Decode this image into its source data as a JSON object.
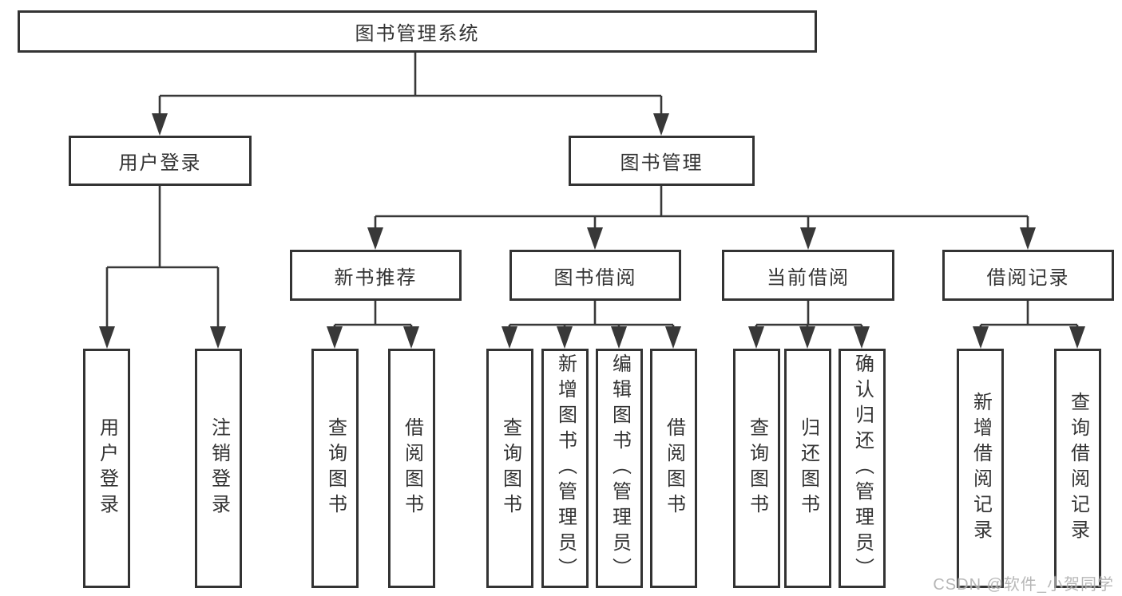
{
  "tree": {
    "label": "图书管理系统",
    "children": [
      {
        "label": "用户登录",
        "children": [
          {
            "label": "用户登录"
          },
          {
            "label": "注销登录"
          }
        ]
      },
      {
        "label": "图书管理",
        "children": [
          {
            "label": "新书推荐",
            "children": [
              {
                "label": "查询图书"
              },
              {
                "label": "借阅图书"
              }
            ]
          },
          {
            "label": "图书借阅",
            "children": [
              {
                "label": "查询图书"
              },
              {
                "label": "新增图书（管理员）"
              },
              {
                "label": "编辑图书（管理员）"
              },
              {
                "label": "借阅图书"
              }
            ]
          },
          {
            "label": "当前借阅",
            "children": [
              {
                "label": "查询图书"
              },
              {
                "label": "归还图书"
              },
              {
                "label": "确认归还（管理员）"
              }
            ]
          },
          {
            "label": "借阅记录",
            "children": [
              {
                "label": "新增借阅记录"
              },
              {
                "label": "查询借阅记录"
              }
            ]
          }
        ]
      }
    ]
  },
  "watermark": {
    "text": "CSDN @软件_小贺同学"
  },
  "colors": {
    "line": "#383838",
    "border": "#333333",
    "text": "#333333",
    "bg": "#ffffff",
    "watermark": "#b0b0b0"
  }
}
